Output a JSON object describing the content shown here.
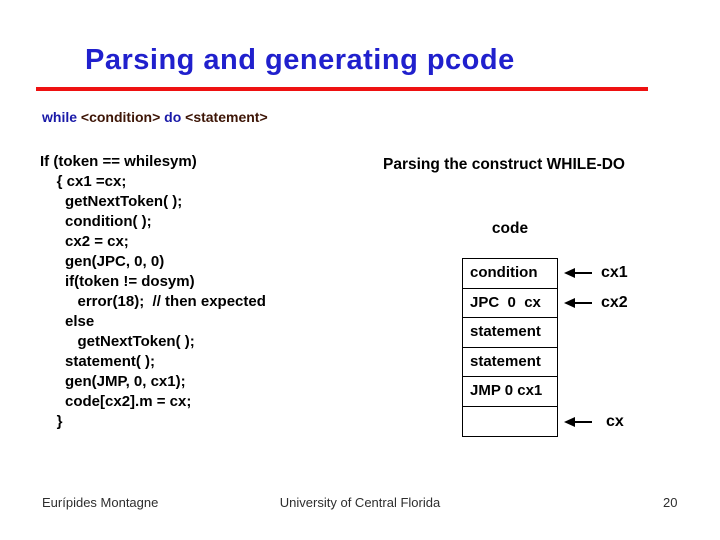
{
  "slide": {
    "title": "Parsing and generating pcode",
    "grammar": {
      "kw_while": "while ",
      "condition": "<condition> ",
      "kw_do": "do ",
      "statement": "<statement>"
    },
    "code_lines": [
      "If (token == whilesym)",
      "    { cx1 =cx;",
      "      getNextToken( );",
      "      condition( );",
      "      cx2 = cx;",
      "      gen(JPC, 0, 0)",
      "      if(token != dosym)",
      "         error(18);  // then expected",
      "      else",
      "         getNextToken( );",
      "      statement( );",
      "      gen(JMP, 0, cx1);",
      "      code[cx2].m = cx;",
      "    }"
    ],
    "right_panel": {
      "heading": "Parsing the construct WHILE-DO",
      "array_label": "code",
      "cells": [
        "condition",
        "JPC  0  cx",
        "statement",
        "statement",
        "JMP 0 cx1",
        ""
      ],
      "pointers": [
        {
          "label": "cx1"
        },
        {
          "label": "cx2"
        },
        {
          "label": "cx"
        }
      ]
    },
    "footer": {
      "author": "Eurípides Montagne",
      "institution": "University of Central Florida",
      "page_number": "20"
    },
    "colors": {
      "title_blue": "#2020cd",
      "keyword_blue": "#1a1aa8",
      "grammar_maroon": "#3d1506",
      "rule_red": "#ee1111",
      "text_black": "#000000"
    }
  }
}
